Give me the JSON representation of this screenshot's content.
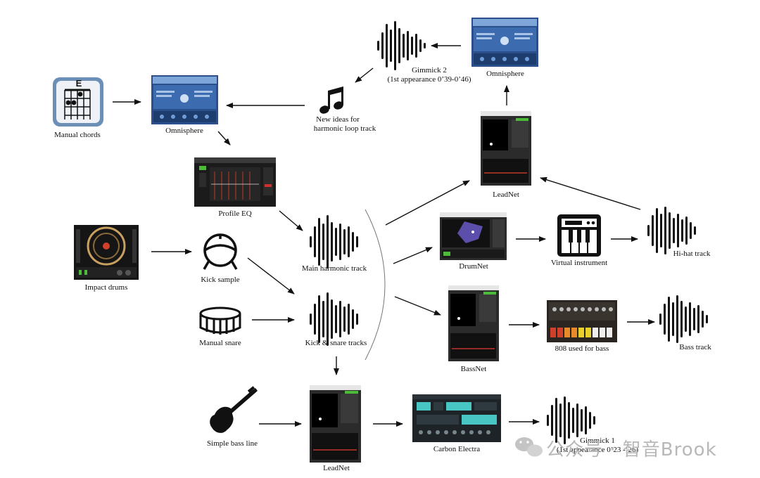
{
  "nodes": {
    "manual_chords": "Manual chords",
    "chord_letter": "E",
    "omnisphere_left": "Omnisphere",
    "omnisphere_top": "Omnisphere",
    "new_ideas_line1": "New ideas for",
    "new_ideas_line2": "harmonic loop track",
    "gimmick2_line1": "Gimmick 2",
    "gimmick2_line2": "(1st appearance 0’39-0’46)",
    "profile_eq": "Profile EQ",
    "impact_drums": "Impact drums",
    "kick_sample": "Kick sample",
    "main_harmonic_track": "Main harmonic track",
    "manual_snare": "Manual snare",
    "kick_snare_tracks": "Kick & snare tracks",
    "leadnet_top": "LeadNet",
    "drumnet": "DrumNet",
    "virtual_instrument": "Virtual instrument",
    "hihat_track": "Hi-hat track",
    "bassnet": "BassNet",
    "tr808": "808 used for bass",
    "bass_track": "Bass track",
    "simple_bass_line": "Simple bass line",
    "leadnet_bottom": "LeadNet",
    "carbon_electra": "Carbon Electra",
    "gimmick1_line1": "Gimmick 1",
    "gimmick1_line2": "(1st appearance 0’23 -’26)"
  },
  "watermark": "公众号 · 智音Brook",
  "colors": {
    "arrow": "#111111",
    "omnisphere_blue": "#3f6fb5",
    "screen_dark": "#1e1e1e",
    "accent_green": "#4cbb3a",
    "carbon_teal": "#47c6c4",
    "drum_orange": "#c8a060"
  }
}
